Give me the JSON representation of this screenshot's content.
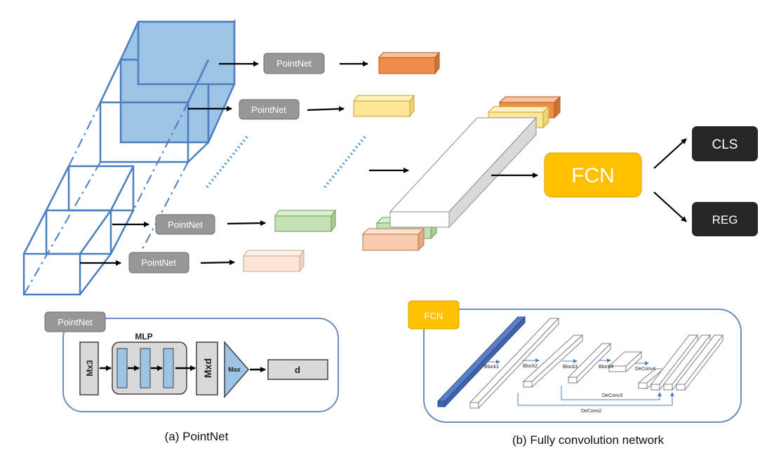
{
  "pointnet_label": "PointNet",
  "fcn_label": "FCN",
  "outputs": {
    "cls": "CLS",
    "reg": "REG"
  },
  "pointnet_detail": {
    "tab": "PointNet",
    "input": "Mx3",
    "mlp": "MLP",
    "output": "Mxd",
    "pool": "Max",
    "feature": "d"
  },
  "fcn_detail": {
    "tab": "FCN",
    "blocks": [
      "Block1",
      "Block2",
      "Block3",
      "Block4"
    ],
    "deconvs": [
      "DeConv4",
      "DeConv3",
      "DeConv2"
    ]
  },
  "captions": {
    "a": "(a) PointNet",
    "b": "(b) Fully convolution network"
  },
  "colors": {
    "voxel_stroke": "#4a7fbf",
    "voxel_fill": "#9dc3e6",
    "pointnet_box": "#979797",
    "fcn_box": "#ffc000",
    "output_box": "#262626",
    "feature_orange": "#f4a460",
    "feature_yellow": "#ffe699",
    "feature_green": "#c5e0b4",
    "feature_peach": "#fbe5d6"
  }
}
